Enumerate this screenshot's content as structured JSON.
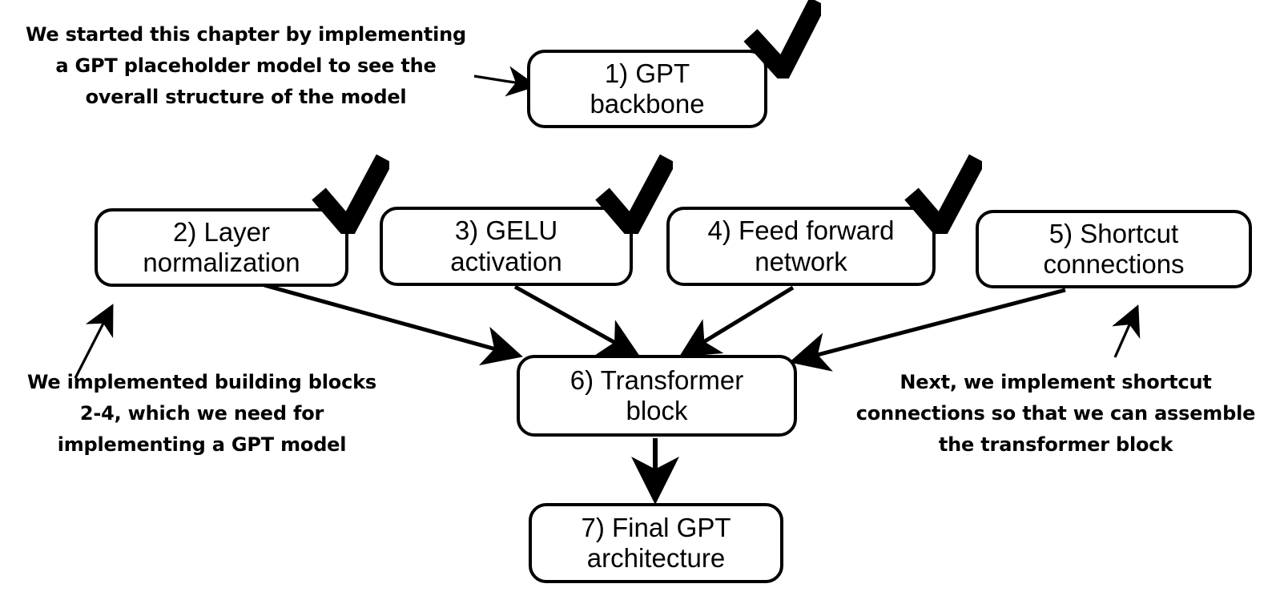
{
  "diagram": {
    "title": "GPT model implementation chapter roadmap",
    "background_color": "#ffffff",
    "stroke_color": "#000000",
    "node_fill": "#ffffff"
  },
  "nodes": [
    {
      "id": "gpt-backbone",
      "number": "1)",
      "line1": "1) GPT",
      "line2": "backbone",
      "checked": true
    },
    {
      "id": "layer-normalization",
      "number": "2)",
      "line1": "2) Layer",
      "line2": "normalization",
      "checked": true
    },
    {
      "id": "gelu-activation",
      "number": "3)",
      "line1": "3) GELU",
      "line2": "activation",
      "checked": true
    },
    {
      "id": "feed-forward-network",
      "number": "4)",
      "line1": "4) Feed forward",
      "line2": "network",
      "checked": true
    },
    {
      "id": "shortcut-connections",
      "number": "5)",
      "line1": "5) Shortcut",
      "line2": "connections",
      "checked": false
    },
    {
      "id": "transformer-block",
      "number": "6)",
      "line1": "6) Transformer",
      "line2": "block",
      "checked": false
    },
    {
      "id": "final-gpt-architecture",
      "number": "7)",
      "line1": "7) Final GPT",
      "line2": "architecture",
      "checked": false
    }
  ],
  "captions": {
    "top_left": {
      "name": "caption-gpt-backbone",
      "lines": [
        "We started this chapter by implementing",
        "a GPT placeholder model to see the",
        "overall structure of the model"
      ]
    },
    "bottom_left": {
      "name": "caption-building-blocks",
      "lines": [
        "We implemented building blocks",
        "2-4, which we need for",
        "implementing a GPT model"
      ]
    },
    "bottom_right": {
      "name": "caption-shortcut-connections",
      "lines": [
        "Next, we implement shortcut",
        "connections so that we can assemble",
        "the transformer block"
      ]
    }
  },
  "edges": [
    {
      "from": "caption-top-left",
      "to": "gpt-backbone"
    },
    {
      "from": "layer-normalization",
      "to": "transformer-block"
    },
    {
      "from": "gelu-activation",
      "to": "transformer-block"
    },
    {
      "from": "feed-forward-network",
      "to": "transformer-block"
    },
    {
      "from": "shortcut-connections",
      "to": "transformer-block"
    },
    {
      "from": "transformer-block",
      "to": "final-gpt-architecture"
    },
    {
      "from": "caption-bottom-left",
      "to": "layer-normalization"
    },
    {
      "from": "caption-bottom-right",
      "to": "shortcut-connections"
    }
  ]
}
